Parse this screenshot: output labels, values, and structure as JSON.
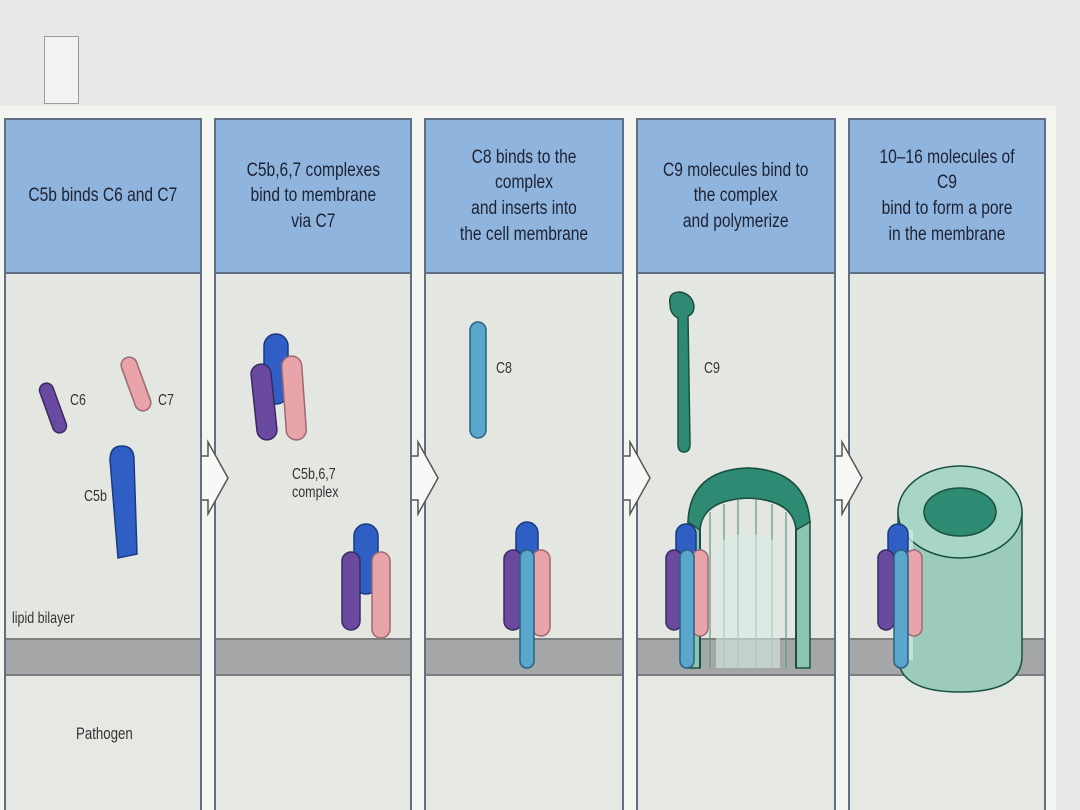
{
  "panels": [
    {
      "header": "C5b binds C6 and C7"
    },
    {
      "header": "C5b,6,7 complexes\nbind to membrane\nvia C7"
    },
    {
      "header": "C8 binds to the complex\nand inserts into\nthe cell membrane"
    },
    {
      "header": "C9 molecules bind to\nthe complex\nand polymerize"
    },
    {
      "header": "10–16 molecules of C9\nbind to form a pore\nin the membrane"
    }
  ],
  "labels": {
    "c6": "C6",
    "c7": "C7",
    "c5b": "C5b",
    "lipid_bilayer": "lipid bilayer",
    "pathogen": "Pathogen",
    "complex": "C5b,6,7\ncomplex",
    "c8": "C8",
    "c9": "C9"
  },
  "colors": {
    "header": "#8fb4dd",
    "c5b": "#2f5fc4",
    "c6": "#6a4aa0",
    "c7": "#e8a4a8",
    "c8": "#5aa6cc",
    "c9": "#2e8a72",
    "membrane": "#a4a6a8"
  }
}
